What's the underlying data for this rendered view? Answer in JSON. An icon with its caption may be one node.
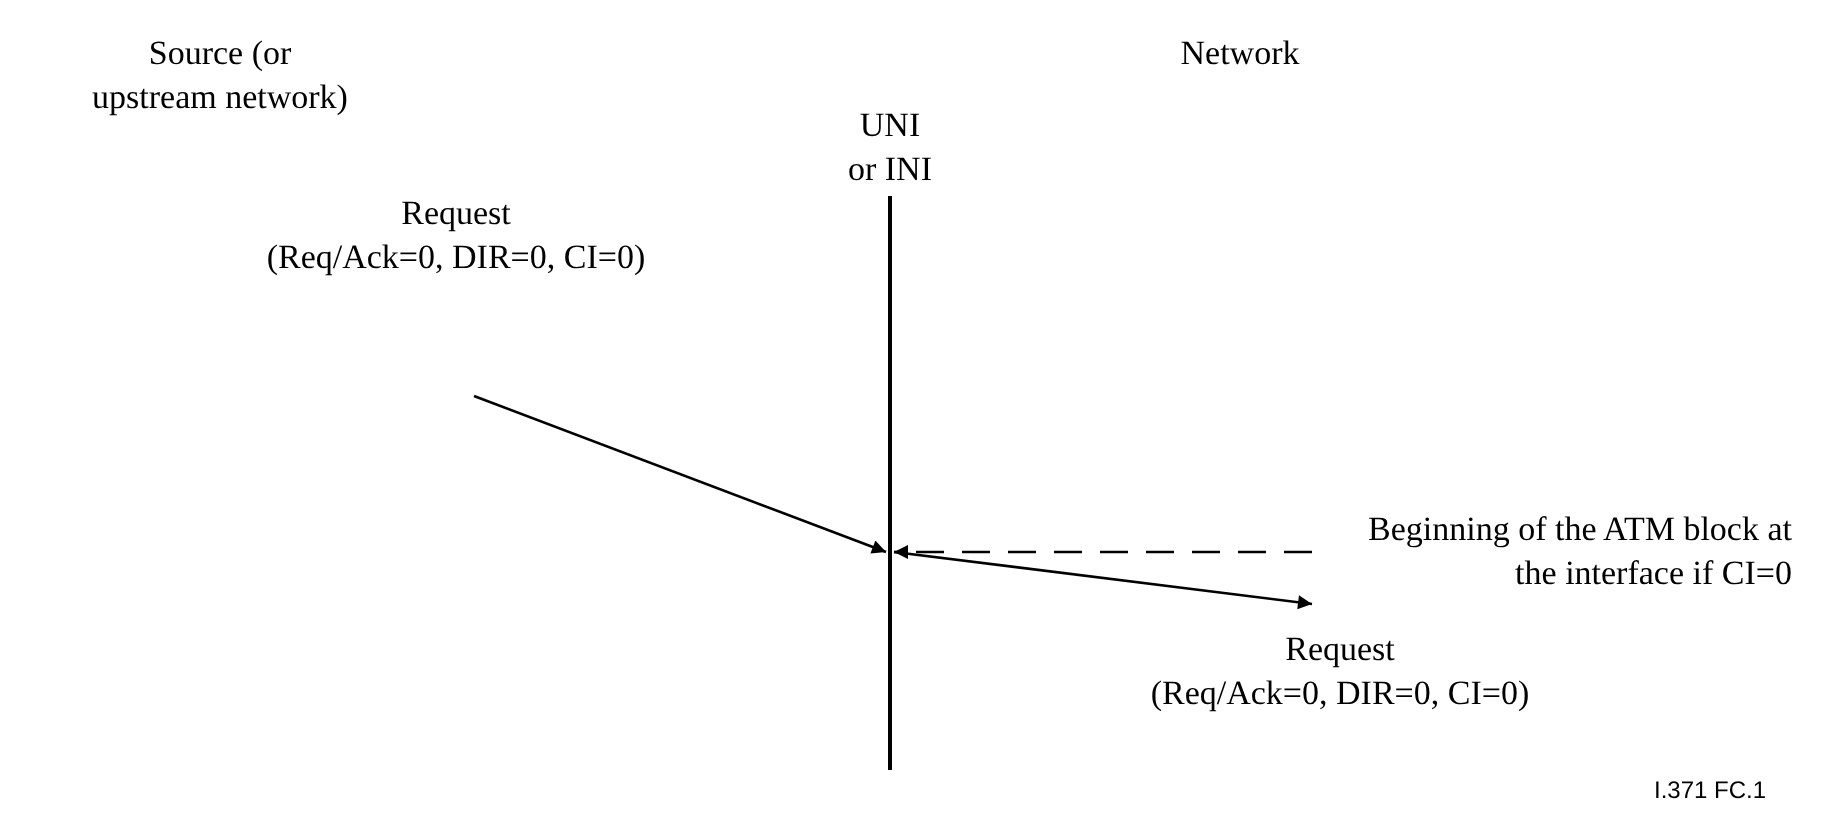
{
  "diagram": {
    "nodes": [
      {
        "text": [
          "Request",
          "(Req/Ack=0, DIR=0, CI=0)"
        ]
      },
      {
        "text": [
          "UNI or INI"
        ]
      },
      {
        "text": [
          "Request",
          "(Req/Ack=0, DIR=0, CI=0)"
        ]
      },
      {
        "text": [
          "Beginning of the ATM block at the interface if CI=0"
        ]
      }
    ],
    "edges": [
      {
        "from": 0,
        "to": 1,
        "arrow": "to"
      },
      {
        "from": 1,
        "to": 2,
        "arrow": "to"
      },
      {
        "from": 3,
        "to": 1,
        "arrow": "to",
        "style": "dashed"
      }
    ],
    "labels": [
      "Source (or upstream network)",
      "Network",
      "I.371 FC.1"
    ]
  }
}
